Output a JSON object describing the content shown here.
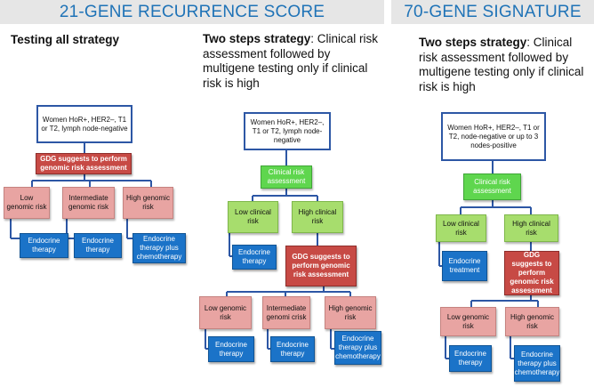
{
  "headers": {
    "left": "21-GENE RECURRENCE SCORE",
    "right": "70-GENE SIGNATURE"
  },
  "col1": {
    "strategy": "Testing all strategy",
    "root": "Women HoR+, HER2–, T1 or T2, lymph node-negative",
    "gdg": "GDG suggests to perform genomic risk assessment",
    "low": "Low genomic risk",
    "intermediate": "Intermediate genomic risk",
    "high": "High genomic risk",
    "t_low": "Endocrine therapy",
    "t_int": "Endocrine therapy",
    "t_high": "Endocrine therapy plus chemotherapy"
  },
  "col2": {
    "strategy_bold": "Two steps strategy",
    "strategy_rest": ": Clinical risk assessment followed by multigene testing only if clinical risk is high",
    "root": "Women HoR+, HER2–, T1 or T2, lymph node-negative",
    "clinical": "Clinical risk assessment",
    "low_clin": "Low clinical risk",
    "high_clin": "High clinical risk",
    "t_low_clin": "Endocrine therapy",
    "gdg": "GDG suggests to perform genomic risk assessment",
    "low": "Low genomic risk",
    "intermediate": "Intermediate genomi crisk",
    "high": "High genomic risk",
    "t_low": "Endocrine therapy",
    "t_int": "Endocrine therapy",
    "t_high": "Endocrine therapy plus chemotherapy"
  },
  "col3": {
    "strategy_bold": "Two steps strategy",
    "strategy_rest": ": Clinical risk assessment followed by multigene testing only if clinical risk is high",
    "root": "Women HoR+, HER2–, T1 or T2, node-negative or up to 3 nodes-positive",
    "clinical": "Clinical risk assessment",
    "low_clin": "Low clinical risk",
    "high_clin": "High clinical risk",
    "t_low_clin": "Endocrine treatment",
    "gdg": "GDG suggests to perform genomic risk assessment",
    "low": "Low genomic risk",
    "high": "High genomic risk",
    "t_low": "Endocrine therapy",
    "t_high": "Endocrine therapy plus chemotherapy"
  },
  "colors": {
    "header_text": "#1f73b7",
    "header_bg": "#e6e6e6",
    "connector": "#2d57a5",
    "gdg_box": "#c74a45",
    "genomic_risk_box": "#e8a4a2",
    "clinical_box": "#5fd64e",
    "clinical_risk_box": "#a7dd6d",
    "therapy_box": "#1b73c8"
  }
}
